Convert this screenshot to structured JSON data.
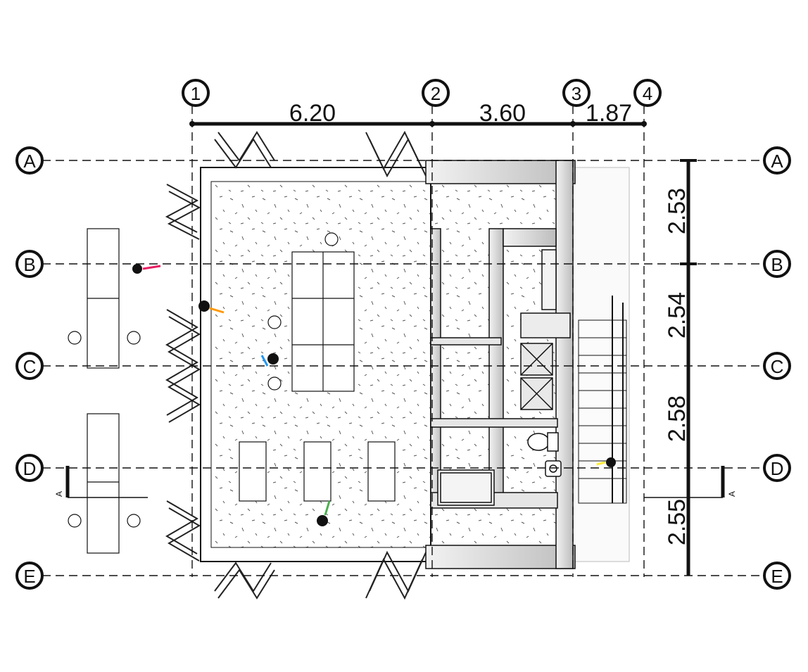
{
  "grid": {
    "columns": [
      "1",
      "2",
      "3",
      "4"
    ],
    "rows": [
      "A",
      "B",
      "C",
      "D",
      "E"
    ]
  },
  "dimensions": {
    "horizontal": [
      "6.20",
      "3.60",
      "1.87"
    ],
    "vertical": [
      "2.53",
      "2.54",
      "2.58",
      "2.55"
    ]
  },
  "section_marker": {
    "label": "A"
  },
  "colors": {
    "line": "#111111",
    "wall_fill": "#d9d9d9",
    "floor_dots": "#555555"
  }
}
